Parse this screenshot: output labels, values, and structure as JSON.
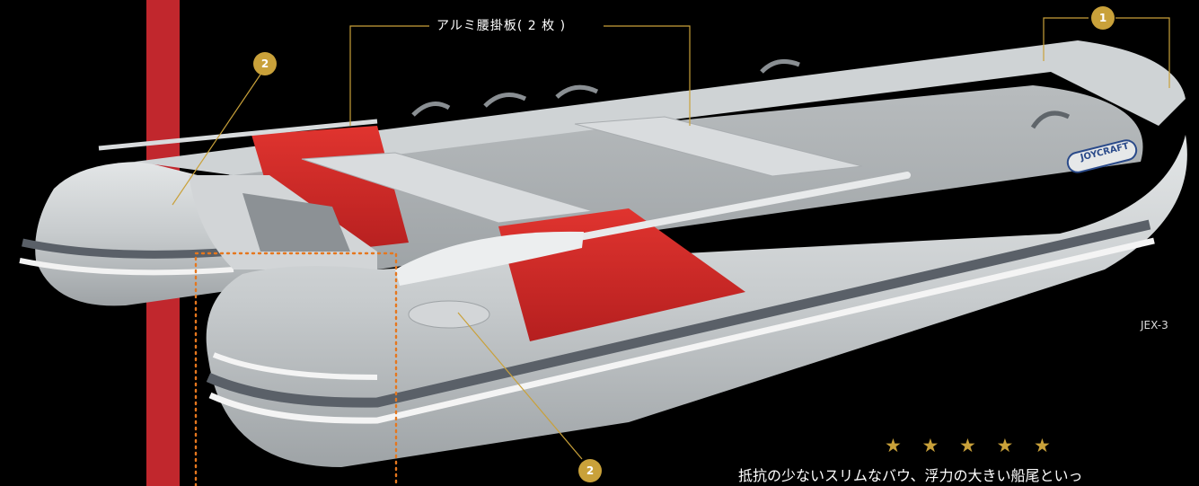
{
  "callouts": {
    "seat_label": "アルミ腰掛板( 2 枚 )",
    "badge_1": "1",
    "badge_2a": "2",
    "badge_2b": "2"
  },
  "boat": {
    "brand_logo": "JOYCRAFT",
    "model_label": "JEX-3"
  },
  "rating": {
    "stars": "★ ★ ★ ★ ★",
    "count": 5
  },
  "tagline": "抵抗の少ないスリムなバウ、浮力の大きい船尾といっ",
  "colors": {
    "background": "#000000",
    "accent_red": "#c1272d",
    "gold": "#c9a13a",
    "hull_grey": "#c9cdcf",
    "hull_dark_stripe": "#5a6068"
  }
}
